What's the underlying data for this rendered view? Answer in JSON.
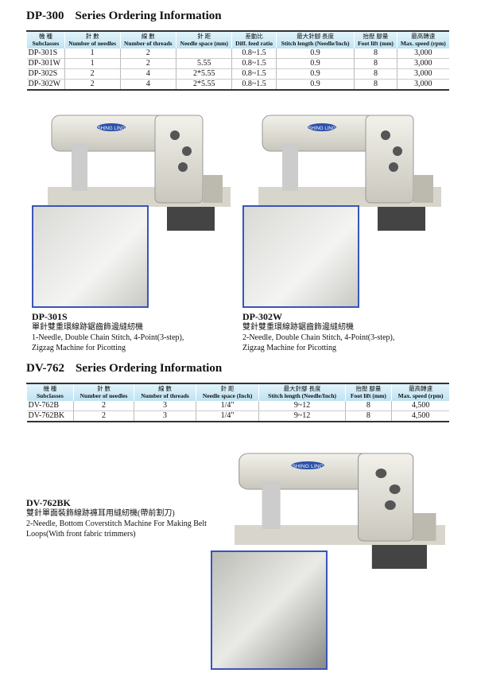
{
  "dp300": {
    "code": "DP-300",
    "title": "Series Ordering Information",
    "headers": [
      {
        "zh": "機 種",
        "en": "Subclasses"
      },
      {
        "zh": "針 數",
        "en": "Number of needles"
      },
      {
        "zh": "線 數",
        "en": "Number of threads"
      },
      {
        "zh": "針 距",
        "en": "Needle space (mm)"
      },
      {
        "zh": "差動比",
        "en": "Diff. feed ratio"
      },
      {
        "zh": "最大針腳 長度",
        "en": "Stitch length (Needle/Inch)"
      },
      {
        "zh": "抬壓 腳量",
        "en": "Foot lift (mm)"
      },
      {
        "zh": "最高轉速",
        "en": "Max. speed (rpm)"
      }
    ],
    "rows": [
      [
        "DP-301S",
        "1",
        "2",
        "",
        "0.8~1.5",
        "0.9",
        "8",
        "3,000"
      ],
      [
        "DP-301W",
        "1",
        "2",
        "5.55",
        "0.8~1.5",
        "0.9",
        "8",
        "3,000"
      ],
      [
        "DP-302S",
        "2",
        "4",
        "2*5.55",
        "0.8~1.5",
        "0.9",
        "8",
        "3,000"
      ],
      [
        "DP-302W",
        "2",
        "4",
        "2*5.55",
        "0.8~1.5",
        "0.9",
        "8",
        "3,000"
      ]
    ],
    "captions": [
      {
        "model": "DP-301S",
        "zh": "單針雙重環線跡鋸齒飾邊縫紉機",
        "en1": "1-Needle, Double Chain Stitch, 4-Point(3-step),",
        "en2": "Zigzag Machine for Picotting"
      },
      {
        "model": "DP-302W",
        "zh": "雙針雙重環線跡鋸齒飾邊縫紉機",
        "en1": "2-Needle, Double Chain Stitch, 4-Point(3-step),",
        "en2": "Zigzag Machine for Picotting"
      }
    ]
  },
  "dv762": {
    "code": "DV-762",
    "title": "Series Ordering Information",
    "headers": [
      {
        "zh": "機 種",
        "en": "Subclasses"
      },
      {
        "zh": "針 數",
        "en": "Number of needles"
      },
      {
        "zh": "線 數",
        "en": "Number of threads"
      },
      {
        "zh": "針 距",
        "en": "Needle space (Inch)"
      },
      {
        "zh": "最大針腳 長度",
        "en": "Stitch length (Needle/Inch)"
      },
      {
        "zh": "抬壓 腳量",
        "en": "Foot lift (mm)"
      },
      {
        "zh": "最高轉速",
        "en": "Max. speed (rpm)"
      }
    ],
    "rows": [
      [
        "DV-762B",
        "2",
        "3",
        "1/4\"",
        "9~12",
        "8",
        "4,500"
      ],
      [
        "DV-762BK",
        "2",
        "3",
        "1/4\"",
        "9~12",
        "8",
        "4,500"
      ]
    ],
    "caption": {
      "model": "DV-762BK",
      "zh": "雙針單面裝飾線跡褲耳用縫紉機(帶前割刀)",
      "en1": "2-Needle, Bottom Coverstitch Machine For Making Belt",
      "en2": "Loops(With front fabric trimmers)"
    }
  },
  "brand": "SHING LING"
}
